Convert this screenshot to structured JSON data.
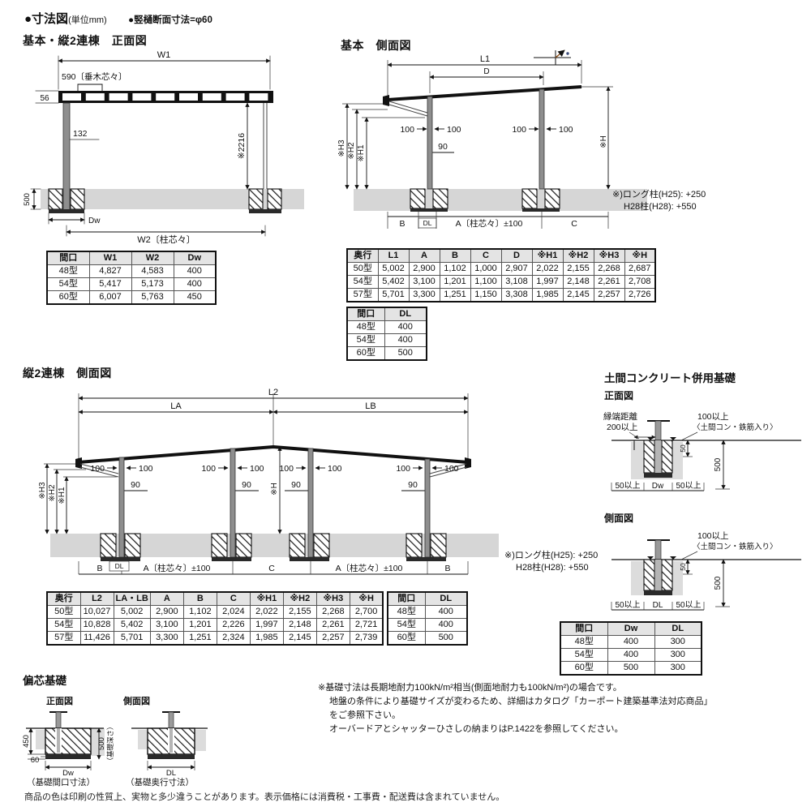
{
  "page": {
    "header_title": "●寸法図",
    "header_unit": "(単位mm)",
    "header_note": "●竪樋断面寸法=φ60",
    "footer": "商品の色は印刷の性質上、実物と多少違うことがあります。表示価格には消費税・工事費・配送費は含まれていません。"
  },
  "front_view": {
    "title": "基本・縦2連棟　正面図",
    "w1": "W1",
    "rafter": "590〔垂木芯々〕",
    "d56": "56",
    "d132": "132",
    "h2216": "※2216",
    "d500": "500",
    "dw": "Dw",
    "w2": "W2〔柱芯々〕"
  },
  "basic_side": {
    "title": "基本　側面図",
    "l1": "L1",
    "d": "D",
    "d100": "100",
    "d90": "90",
    "h1": "※H1",
    "h2": "※H2",
    "h3": "※H3",
    "h": "※H",
    "b": "B",
    "dl": "DL",
    "a": "A〔柱芯々〕±100",
    "c": "C",
    "note1": "※)ロング柱(H25): +250",
    "note2": "H28柱(H28): +550"
  },
  "tandem_view": {
    "title": "縦2連棟　側面図",
    "l2": "L2",
    "la": "LA",
    "lb": "LB",
    "d100": "100",
    "d90": "90",
    "h1": "※H1",
    "h2": "※H2",
    "h3": "※H3",
    "h": "※H",
    "b": "B",
    "dl": "DL",
    "a": "A〔柱芯々〕±100",
    "c": "C",
    "note1": "※)ロング柱(H25): +250",
    "note2": "H28柱(H28): +550"
  },
  "doma": {
    "title": "土間コンクリート併用基礎",
    "front_label": "正面図",
    "side_label": "側面図",
    "edge1": "縁端距離",
    "edge2": "200以上",
    "over100": "100以上",
    "over100b": "〈土間コン・鉄筋入り〉",
    "d50": "50",
    "d500": "500",
    "over50": "50以上",
    "dw": "Dw",
    "dl": "DL"
  },
  "henshin": {
    "title": "偏芯基礎",
    "front_label": "正面図",
    "side_label": "側面図",
    "d450": "450",
    "d60": "60",
    "d500": "500",
    "depth_note": "（基礎深さ）",
    "dw": "Dw",
    "dl": "DL",
    "front_caption": "（基礎間口寸法）",
    "side_caption": "（基礎奥行寸法）"
  },
  "notes": {
    "line1": "※基礎寸法は長期地耐力100kN/m²相当(側面地耐力も100kN/m²)の場合です。",
    "line2": "地盤の条件により基礎サイズが変わるため、詳細はカタログ「カーポート建築基準法対応商品」",
    "line3": "をご参照下さい。",
    "line4": "オーバードアとシャッターひさしの納まりはP.1422を参照してください。"
  },
  "tables": {
    "front": {
      "headers": [
        "間口",
        "W1",
        "W2",
        "Dw"
      ],
      "rows": [
        [
          "48型",
          "4,827",
          "4,583",
          "400"
        ],
        [
          "54型",
          "5,417",
          "5,173",
          "400"
        ],
        [
          "60型",
          "6,007",
          "5,763",
          "450"
        ]
      ]
    },
    "basic_side": {
      "headers": [
        "奥行",
        "L1",
        "A",
        "B",
        "C",
        "D",
        "※H1",
        "※H2",
        "※H3",
        "※H"
      ],
      "rows": [
        [
          "50型",
          "5,002",
          "2,900",
          "1,102",
          "1,000",
          "2,907",
          "2,022",
          "2,155",
          "2,268",
          "2,687"
        ],
        [
          "54型",
          "5,402",
          "3,100",
          "1,201",
          "1,100",
          "3,108",
          "1,997",
          "2,148",
          "2,261",
          "2,708"
        ],
        [
          "57型",
          "5,701",
          "3,300",
          "1,251",
          "1,150",
          "3,308",
          "1,985",
          "2,145",
          "2,257",
          "2,726"
        ]
      ]
    },
    "basic_side_dl": {
      "headers": [
        "間口",
        "DL"
      ],
      "rows": [
        [
          "48型",
          "400"
        ],
        [
          "54型",
          "400"
        ],
        [
          "60型",
          "500"
        ]
      ]
    },
    "tandem": {
      "headers": [
        "奥行",
        "L2",
        "LA・LB",
        "A",
        "B",
        "C",
        "※H1",
        "※H2",
        "※H3",
        "※H"
      ],
      "rows": [
        [
          "50型",
          "10,027",
          "5,002",
          "2,900",
          "1,102",
          "2,024",
          "2,022",
          "2,155",
          "2,268",
          "2,700"
        ],
        [
          "54型",
          "10,828",
          "5,402",
          "3,100",
          "1,201",
          "2,226",
          "1,997",
          "2,148",
          "2,261",
          "2,721"
        ],
        [
          "57型",
          "11,426",
          "5,701",
          "3,300",
          "1,251",
          "2,324",
          "1,985",
          "2,145",
          "2,257",
          "2,739"
        ]
      ]
    },
    "tandem_dl": {
      "headers": [
        "間口",
        "DL"
      ],
      "rows": [
        [
          "48型",
          "400"
        ],
        [
          "54型",
          "400"
        ],
        [
          "60型",
          "500"
        ]
      ]
    },
    "foundation": {
      "headers": [
        "間口",
        "Dw",
        "DL"
      ],
      "rows": [
        [
          "48型",
          "400",
          "300"
        ],
        [
          "54型",
          "400",
          "300"
        ],
        [
          "60型",
          "500",
          "300"
        ]
      ]
    }
  }
}
